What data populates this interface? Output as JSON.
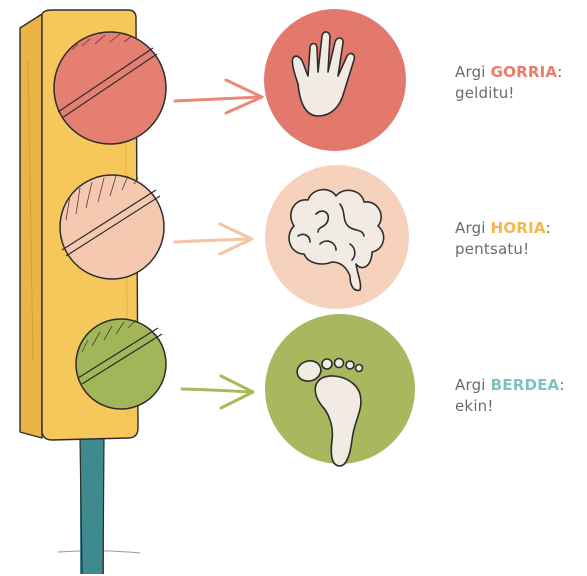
{
  "colors": {
    "red_light": "#e57f72",
    "yellow_light": "#f5c9b0",
    "green_light": "#a2b559",
    "red_circle": "#e2796c",
    "yellow_circle": "#f6d2bd",
    "green_circle": "#a9b85f",
    "pole_body": "#f6c85c",
    "pole_side": "#eab546",
    "post": "#3f8a8e",
    "icon_fill": "#f1ebe3",
    "outline": "#2d2d2d",
    "word_red": "#ef7a6b",
    "word_yellow": "#f5b74f",
    "word_green": "#7fc3bf",
    "caption_text": "#6b6b6b"
  },
  "icons": [
    "hand-icon",
    "brain-icon",
    "foot-icon"
  ],
  "items": [
    {
      "prefix": "Argi ",
      "word": "GORRIA",
      "suffix": ":",
      "line2": "gelditu!"
    },
    {
      "prefix": "Argi ",
      "word": "HORIA",
      "suffix": ":",
      "line2": "pentsatu!"
    },
    {
      "prefix": "Argi ",
      "word": "BERDEA",
      "suffix": ":",
      "line2": "ekin!"
    }
  ]
}
